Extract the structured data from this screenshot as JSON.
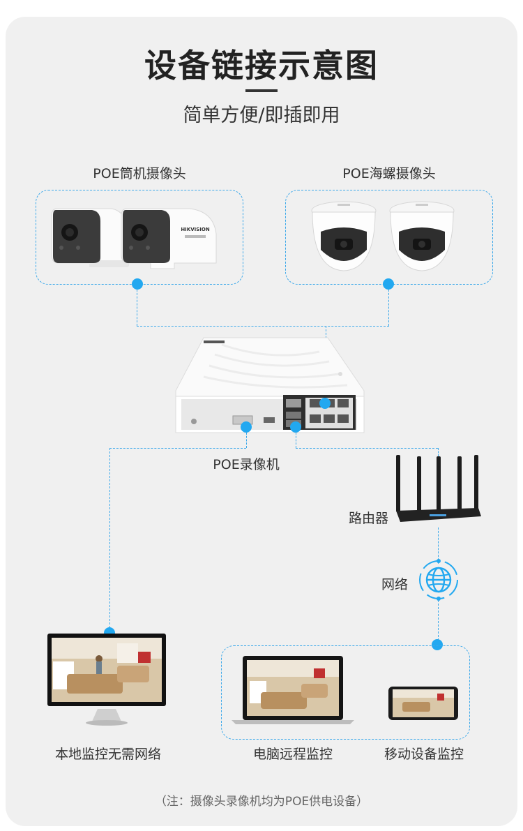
{
  "title": "设备链接示意图",
  "subtitle": "简单方便/即插即用",
  "groups": {
    "bullet_cameras": "POE筒机摄像头",
    "dome_cameras": "POE海螺摄像头",
    "nvr": "POE录像机",
    "router": "路由器",
    "network": "网络",
    "local_monitor": "本地监控无需网络",
    "pc_monitor": "电脑远程监控",
    "mobile_monitor": "移动设备监控"
  },
  "camera_brand": "HIKVISION",
  "footnote": "（注：摄像头录像机均为POE供电设备）",
  "colors": {
    "accent": "#22a8f0",
    "card_bg": "#f0f0f0"
  },
  "icons": [
    "globe-icon"
  ]
}
